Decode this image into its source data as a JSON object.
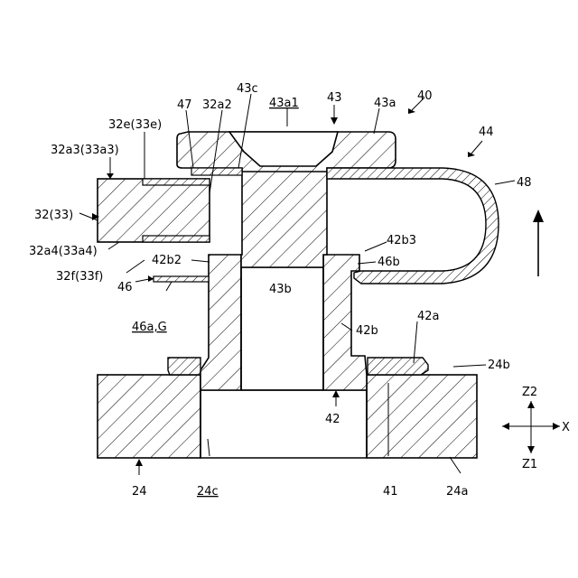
{
  "labels": {
    "l40": "40",
    "l43": "43",
    "l43a": "43a",
    "l43a1": "43a1",
    "l43c": "43c",
    "l47": "47",
    "l32a2": "32a2",
    "l32e": "32e(33e)",
    "l32a3": "32a3(33a3)",
    "l44": "44",
    "l48": "48",
    "l32_33": "32(33)",
    "l32a4": "32a4(33a4)",
    "l42b3": "42b3",
    "l42b2": "42b2",
    "l46b": "46b",
    "l32f": "32f(33f)",
    "l43b": "43b",
    "l46": "46",
    "l42a": "42a",
    "l46aG": "46a,G",
    "l42b": "42b",
    "l24b": "24b",
    "lZ2": "Z2",
    "lX": "X",
    "lZ1": "Z1",
    "l42": "42",
    "l24": "24",
    "l24c": "24c",
    "l41": "41",
    "l24a": "24a"
  }
}
